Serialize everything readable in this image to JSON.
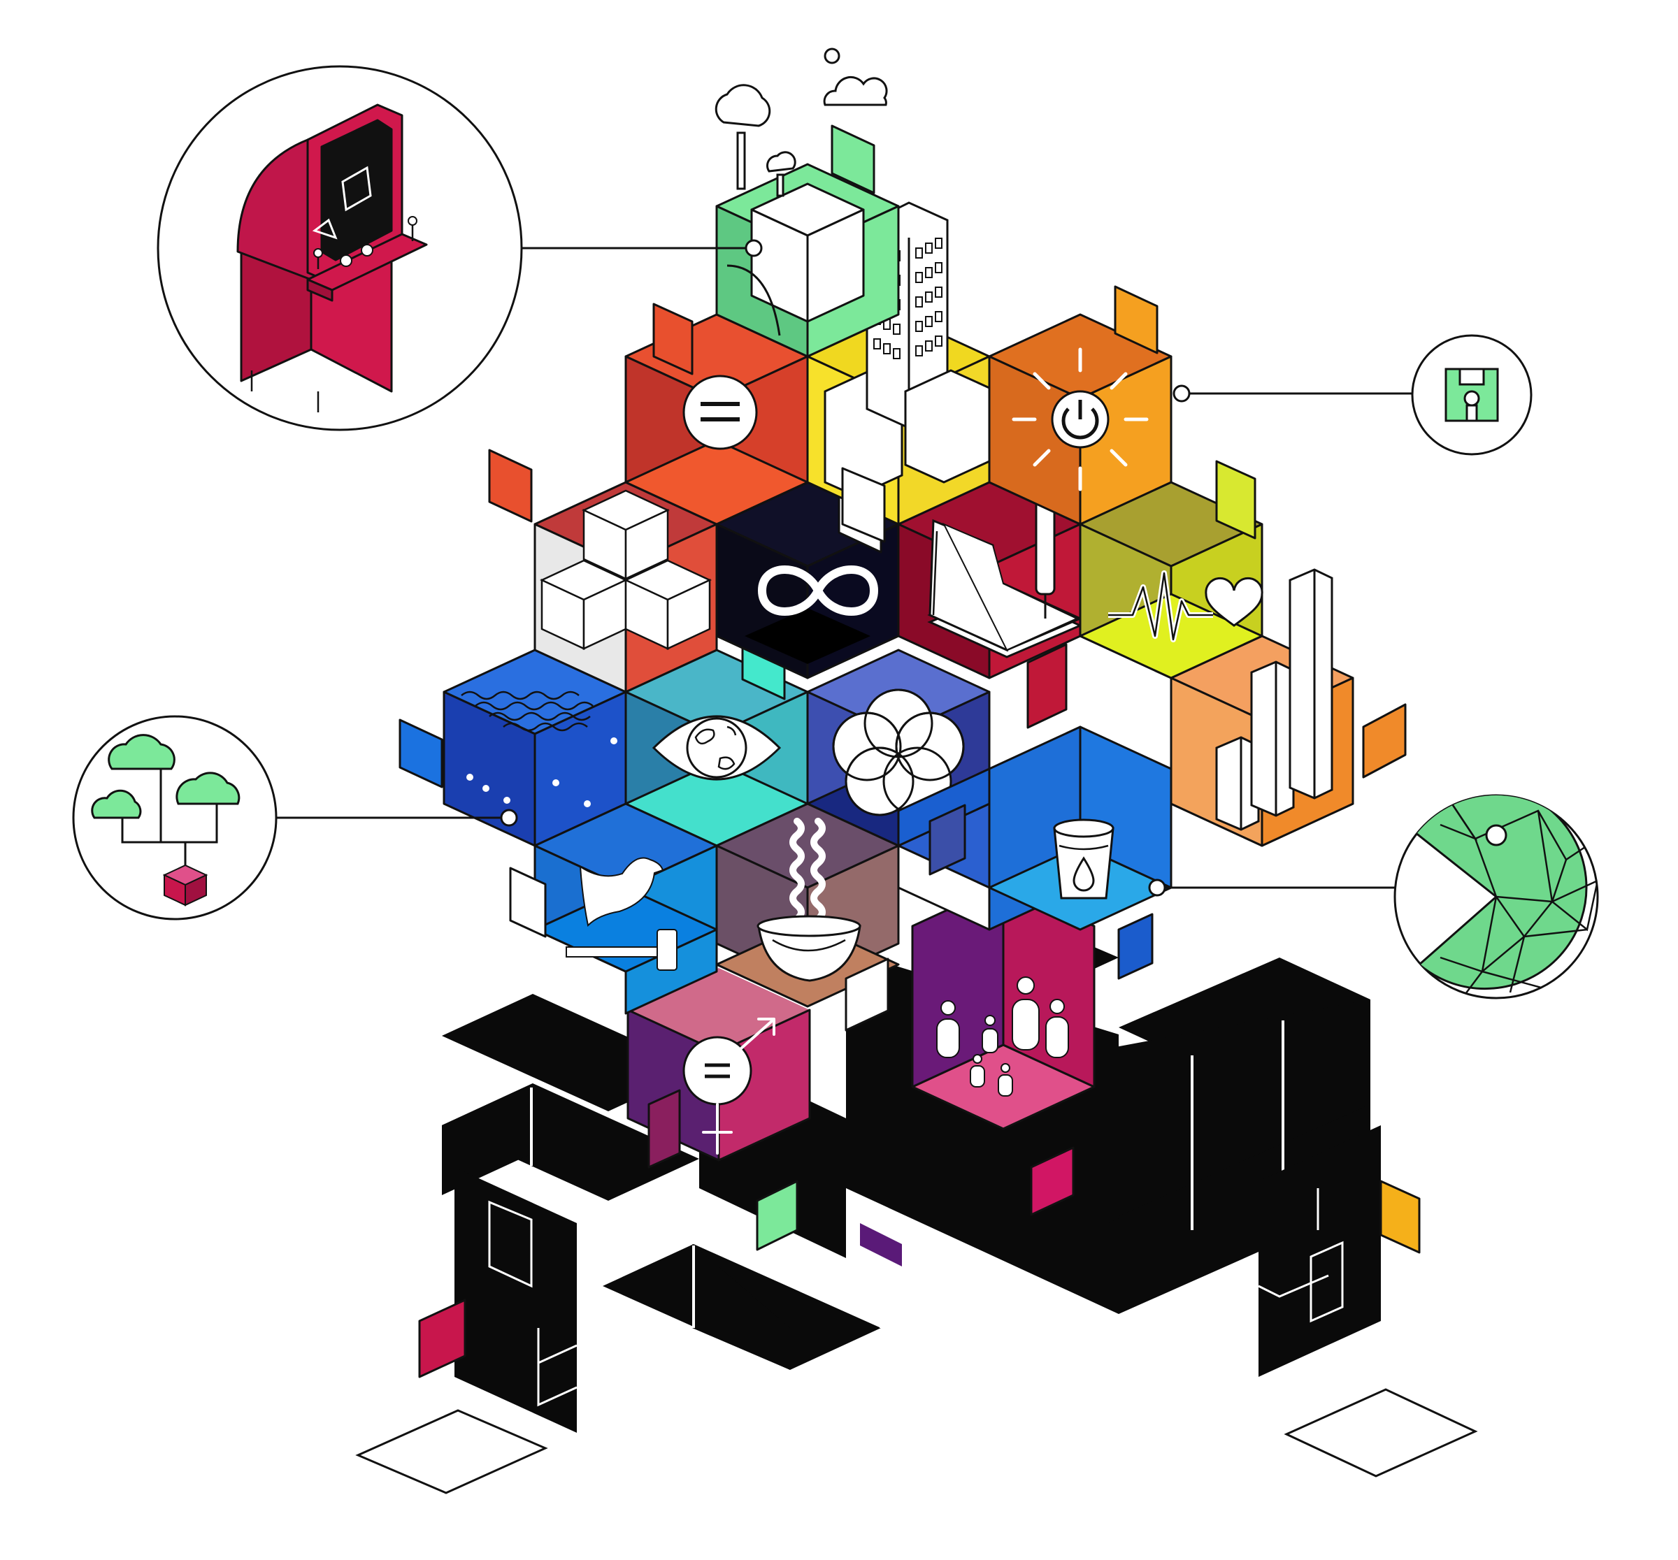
{
  "illustration": {
    "palette": {
      "black": "#0a0a0a",
      "red": "#d6402a",
      "yellow": "#f7e12b",
      "orange": "#e8821f",
      "lime": "#d8e61f",
      "blue": "#1757c9",
      "teal": "#2fc5c0",
      "indigo": "#3f51a8",
      "sky": "#1b8fdc",
      "magenta": "#b8185a",
      "purple": "#6a1a78",
      "green": "#7ce89a",
      "crimson": "#c8164c",
      "peach": "#f3a35c"
    },
    "cubes": [
      {
        "id": "cube-greenery",
        "icon": "tree-icon",
        "color": "#7ce89a"
      },
      {
        "id": "cube-equality",
        "icon": "equals-circle-icon",
        "color": "#d6402a"
      },
      {
        "id": "cube-city",
        "icon": "skyscraper-icon",
        "color": "#f7e12b"
      },
      {
        "id": "cube-energy",
        "icon": "power-button-icon",
        "color": "#e8821f"
      },
      {
        "id": "cube-blocks",
        "icon": "stacked-cubes-icon",
        "color": "#e04e3a"
      },
      {
        "id": "cube-infinity",
        "icon": "infinity-icon",
        "color": "#0a0a18"
      },
      {
        "id": "cube-education",
        "icon": "book-pen-icon",
        "color": "#c01838"
      },
      {
        "id": "cube-health",
        "icon": "heartbeat-icon",
        "color": "#d8e61f"
      },
      {
        "id": "cube-water",
        "icon": "water-waves-icon",
        "color": "#1757c9"
      },
      {
        "id": "cube-vision",
        "icon": "eye-globe-icon",
        "color": "#2fc5c0"
      },
      {
        "id": "cube-partnership",
        "icon": "rings-icon",
        "color": "#3f51a8"
      },
      {
        "id": "cube-growth",
        "icon": "bar-chart-icon",
        "color": "#f3a35c"
      },
      {
        "id": "cube-peace",
        "icon": "dove-gavel-icon",
        "color": "#1b8fdc"
      },
      {
        "id": "cube-food",
        "icon": "noodle-bowl-icon",
        "color": "#7a5a68"
      },
      {
        "id": "cube-clean-water",
        "icon": "water-glass-icon",
        "color": "#1e6fd8"
      },
      {
        "id": "cube-gender",
        "icon": "gender-equality-icon",
        "color": "#8a1f6e"
      },
      {
        "id": "cube-community",
        "icon": "people-icon",
        "color": "#b8185a"
      }
    ],
    "callouts": [
      {
        "id": "callout-arcade",
        "icon": "arcade-cabinet-icon"
      },
      {
        "id": "callout-diskette",
        "icon": "floppy-disk-icon"
      },
      {
        "id": "callout-tree",
        "icon": "tree-hierarchy-icon"
      },
      {
        "id": "callout-chomper",
        "icon": "polygon-chomper-icon"
      }
    ]
  }
}
